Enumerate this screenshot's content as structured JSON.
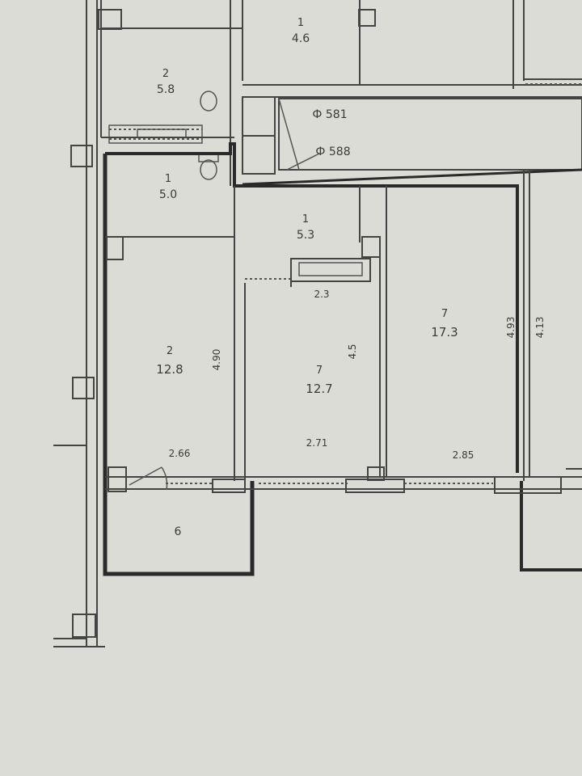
{
  "plan": {
    "rooms": [
      {
        "id": "bath-top",
        "index": "2",
        "area": "5.8"
      },
      {
        "id": "bath",
        "index": "1",
        "area": "5.0"
      },
      {
        "id": "hall",
        "index": "1",
        "area": "5.3"
      },
      {
        "id": "room-left",
        "index": "2",
        "area": "12.8"
      },
      {
        "id": "room-mid",
        "index": "7",
        "area": "12.7"
      },
      {
        "id": "room-right",
        "index": "7",
        "area": "17.3"
      },
      {
        "id": "balcony",
        "index": "",
        "area": "6"
      },
      {
        "id": "top-room",
        "index": "1",
        "area": "4.6"
      }
    ],
    "dimensions": {
      "left_width": "2.66",
      "mid_width": "2.71",
      "right_width": "2.85",
      "left_depth": "4.90",
      "mid_depth": "4.5",
      "right_depth": "4.93",
      "far_depth": "4.13",
      "closet": "2.3"
    },
    "stair_marks": {
      "upper": "Ф 581",
      "lower": "Ф 588"
    }
  }
}
